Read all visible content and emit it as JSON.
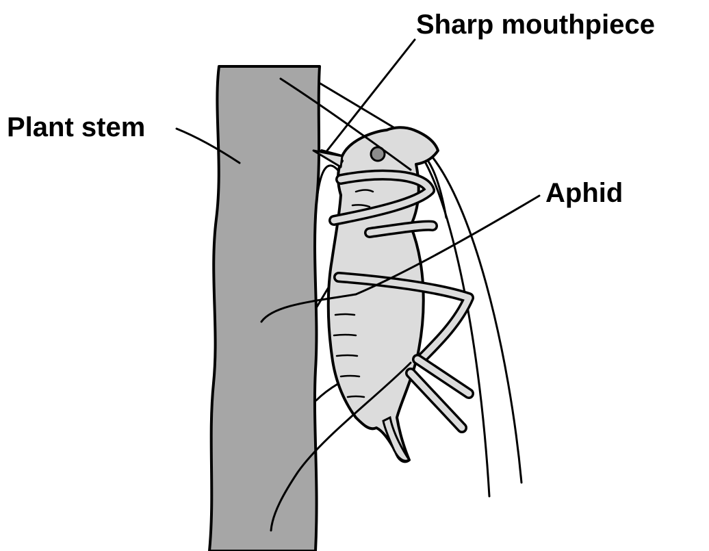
{
  "labels": {
    "mouthpiece": "Sharp mouthpiece",
    "stem": "Plant stem",
    "aphid": "Aphid"
  },
  "colors": {
    "stem_fill": "#a6a6a6",
    "aphid_fill": "#dcdcdc",
    "eye_fill": "#8c8c8c",
    "outline": "#000000",
    "background": "#ffffff"
  }
}
